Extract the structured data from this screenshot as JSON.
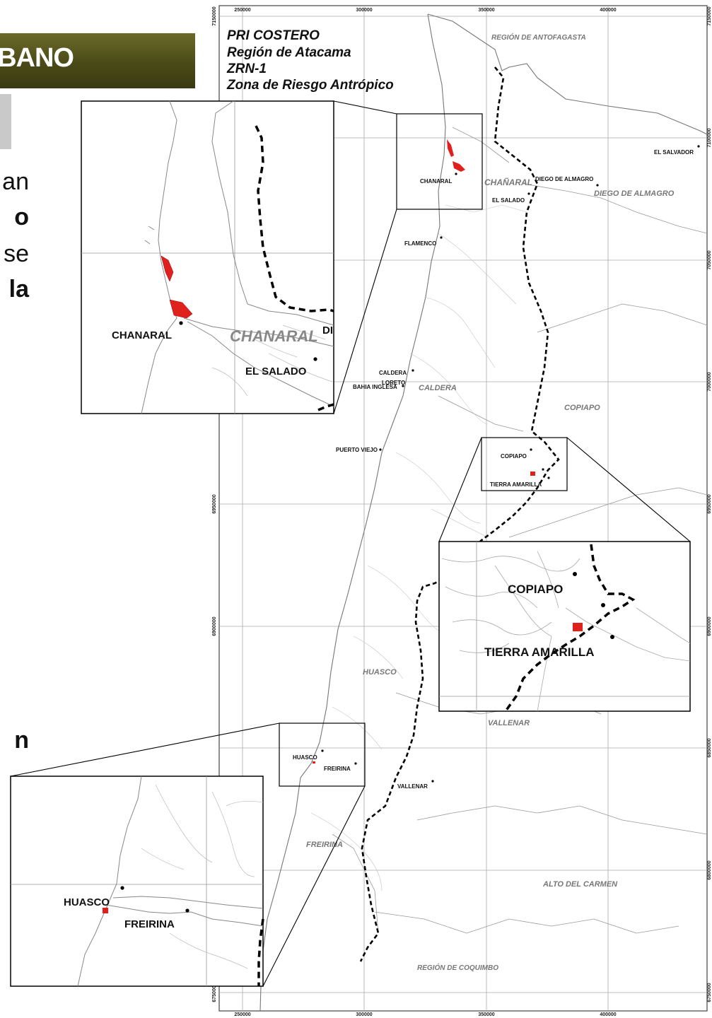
{
  "banner": {
    "text": "BANO"
  },
  "side_text": [
    "an",
    "o",
    "se",
    "la",
    "n"
  ],
  "map_title": [
    "PRI  COSTERO",
    "Región de Atacama",
    "ZRN-1",
    "Zona de Riesgo Antrópico"
  ],
  "grid": {
    "x_ticks": [
      "250000",
      "300000",
      "350000",
      "400000"
    ],
    "y_ticks": [
      "7150000",
      "7100000",
      "7050000",
      "7000000",
      "6950000",
      "6900000",
      "6850000",
      "6800000",
      "6750000"
    ]
  },
  "regions": {
    "north": "REGIÓN DE ANTOFAGASTA",
    "south": "REGIÓN DE COQUIMBO"
  },
  "communes": [
    "CHAÑARAL",
    "DIEGO DE ALMAGRO",
    "CALDERA",
    "COPIAPO",
    "HUASCO",
    "VALLENAR",
    "FREIRINA",
    "ALTO DEL CARMEN"
  ],
  "towns": [
    "EL SALVADOR",
    "CHANARAL",
    "DIEGO DE ALMAGRO",
    "EL SALADO",
    "FLAMENCO",
    "CALDERA",
    "LORETO",
    "BAHIA INGLESA",
    "PUERTO VIEJO",
    "COPIAPO",
    "TIERRA AMARILLA",
    "HUASCO",
    "FREIRINA",
    "VALLENAR"
  ],
  "insets": {
    "chanaral": {
      "towns": [
        "CHANARAL",
        "EL SALADO"
      ],
      "commune": "CHANARAL",
      "partial": "DI"
    },
    "copiapo": {
      "towns": [
        "COPIAPO",
        "TIERRA AMARILLA"
      ]
    },
    "huasco": {
      "towns": [
        "HUASCO",
        "FREIRINA"
      ]
    }
  },
  "colors": {
    "risk_zone": "#e0201c",
    "banner": "#4a4a18",
    "boundary": "#000000"
  }
}
